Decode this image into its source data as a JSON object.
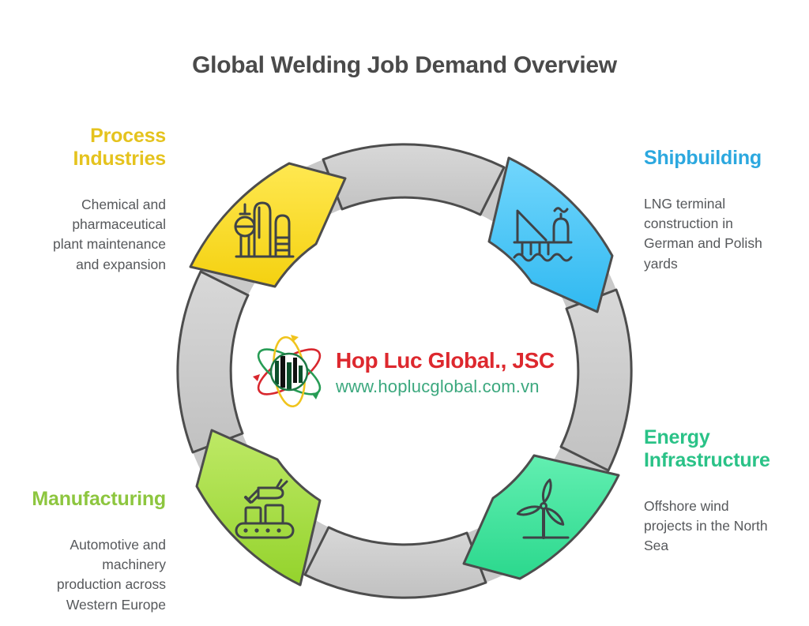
{
  "title": {
    "text": "Global Welding Job Demand Overview",
    "color": "#4A4A4A"
  },
  "center": {
    "brand": "Hop Luc Global., JSC",
    "brand_color": "#DD282E",
    "website": "www.hoplucglobal.com.vn",
    "website_color": "#3CA87E",
    "logo": {
      "orbit_red": "#D8272E",
      "orbit_yellow": "#F0C41D",
      "orbit_green": "#279C55",
      "globe_green": "#1E7B46"
    }
  },
  "ring": {
    "fill": "#CBCBCB",
    "outline": "#4D4D4D",
    "flow": "clockwise"
  },
  "segments": [
    {
      "id": "process-industries",
      "position": "top-left",
      "heading": "Process\nIndustries",
      "heading_color": "#E5C31E",
      "body": "Chemical and\npharmaceutical\nplant maintenance\nand expansion",
      "ribbon_color": "#FBDC25",
      "icon": "chemical-plant-icon"
    },
    {
      "id": "shipbuilding",
      "position": "top-right",
      "heading": "Shipbuilding",
      "heading_color": "#2CA8DF",
      "body": "LNG terminal\nconstruction in\nGerman and Polish\nyards",
      "ribbon_color": "#4AC7F6",
      "icon": "shipyard-crane-icon"
    },
    {
      "id": "energy-infrastructure",
      "position": "bottom-right",
      "heading": "Energy\nInfrastructure",
      "heading_color": "#2AC287",
      "body": "Offshore wind\nprojects in the North\nSea",
      "ribbon_color": "#40E59C",
      "icon": "wind-turbine-icon"
    },
    {
      "id": "manufacturing",
      "position": "bottom-left",
      "heading": "Manufacturing",
      "heading_color": "#8DC63F",
      "body": "Automotive and\nmachinery\nproduction across\nWestern Europe",
      "ribbon_color": "#A5DD3F",
      "icon": "factory-conveyor-icon"
    }
  ],
  "body_text_color": "#56585B"
}
